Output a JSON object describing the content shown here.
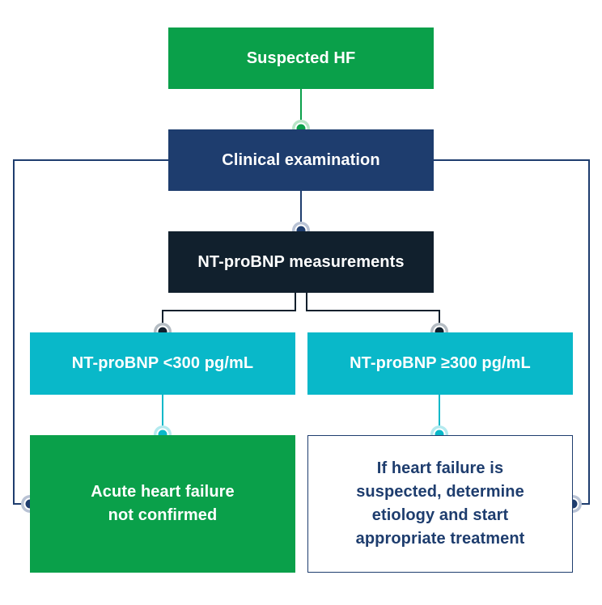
{
  "flowchart": {
    "suspected": "Suspected HF",
    "clinical": "Clinical examination",
    "measurements": "NT-proBNP measurements",
    "low": "NT-proBNP <300 pg/mL",
    "high": "NT-proBNP ≥300 pg/mL",
    "not_confirmed": {
      "line1": "Acute heart failure",
      "line2": "not confirmed"
    },
    "if_hf": {
      "line1": "If heart failure is",
      "line2": "suspected, determine",
      "line3": "etiology and start",
      "line4": "appropriate treatment"
    }
  },
  "colors": {
    "green": "#0aa04a",
    "navy": "#1e3d6e",
    "dark": "#11202d",
    "teal": "#09b8c9"
  }
}
